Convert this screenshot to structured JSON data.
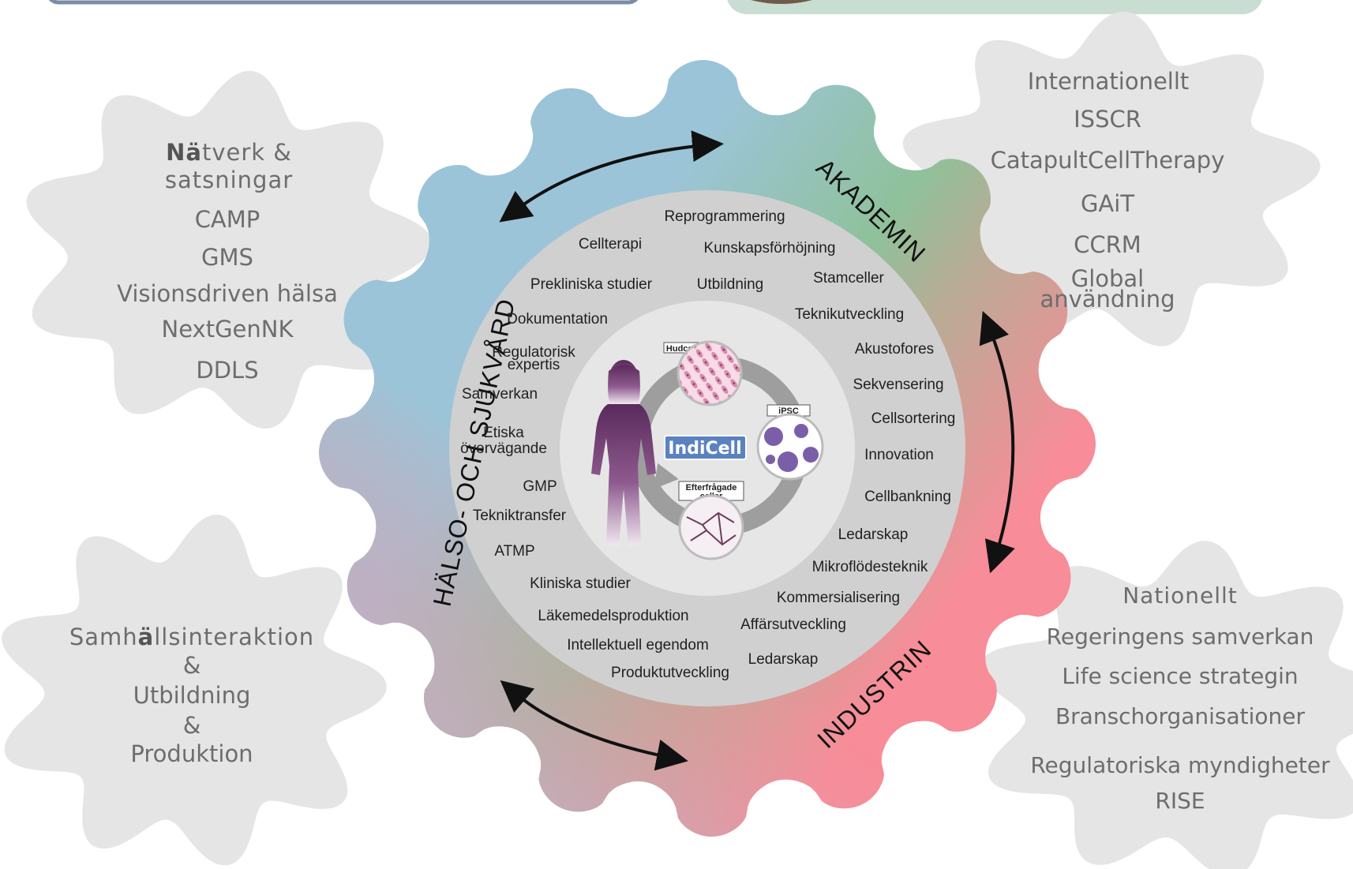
{
  "colors": {
    "gear_blue": "#9cc4d8",
    "gear_green": "#8fc19a",
    "gear_pink": "#f88c98",
    "gear_mauve": "#c3aec4",
    "inner_ring": "#d0d0d0",
    "inner_core": "#e6e6e6",
    "blob": "#e5e5e5",
    "blob_text": "#6d6d6d",
    "top_right_panel": "#c8ded2",
    "logo_blue": "#5b82c0",
    "figure_purple": "#6b2f6b"
  },
  "blobs": {
    "top_left": {
      "natverk_bold": "Nä",
      "natverk_rest": "tverk &",
      "satsningar": "satsningar",
      "items": [
        "CAMP",
        "GMS",
        "Visionsdriven hälsa",
        "NextGenNK",
        "DDLS"
      ]
    },
    "top_right": {
      "heading": "Internationellt",
      "items": [
        "ISSCR",
        "CatapultCellTherapy",
        "GAiT",
        "CCRM",
        "Global",
        "användning"
      ]
    },
    "bottom_left": {
      "line1_a": "Samh",
      "line1_bold": "ä",
      "line1_b": "llsinteraktion",
      "lines": [
        "&",
        "Utbildning",
        "&",
        "Produktion"
      ]
    },
    "bottom_right": {
      "heading": "Nationellt",
      "items": [
        "Regeringens samverkan",
        "Life science strategin",
        "Branschorganisationer",
        "Regulatoriska myndigheter",
        "RISE"
      ]
    }
  },
  "sectors": {
    "akademin": "AKADEMIN",
    "industrin": "INDUSTRIN",
    "halso": "HÄLSO- OCH SJUKVÅRD"
  },
  "inner_labels": [
    "Reprogrammering",
    "Cellterapi",
    "Kunskapsförhöjning",
    "Prekliniska studier",
    "Utbildning",
    "Stamceller",
    "Dokumentation",
    "Teknikutveckling",
    "Regulatorisk",
    "expertis",
    "Akustofores",
    "Samverkan",
    "Sekvensering",
    "Etiska",
    "övervägande",
    "Cellsortering",
    "Innovation",
    "GMP",
    "Cellbankning",
    "Tekniktransfer",
    "Ledarskap",
    "ATMP",
    "Mikroflödesteknik",
    "Kliniska studier",
    "Kommersialisering",
    "Läkemedelsproduktion",
    "Affärsutveckling",
    "Intellektuell egendom",
    "Ledarskap",
    "Produktutveckling"
  ],
  "center": {
    "logo": "IndiCell",
    "hudceller": "Hudceller",
    "ipsc": "iPSC",
    "efterfragade_1": "Efterfrågade",
    "efterfragade_2": "celler"
  }
}
